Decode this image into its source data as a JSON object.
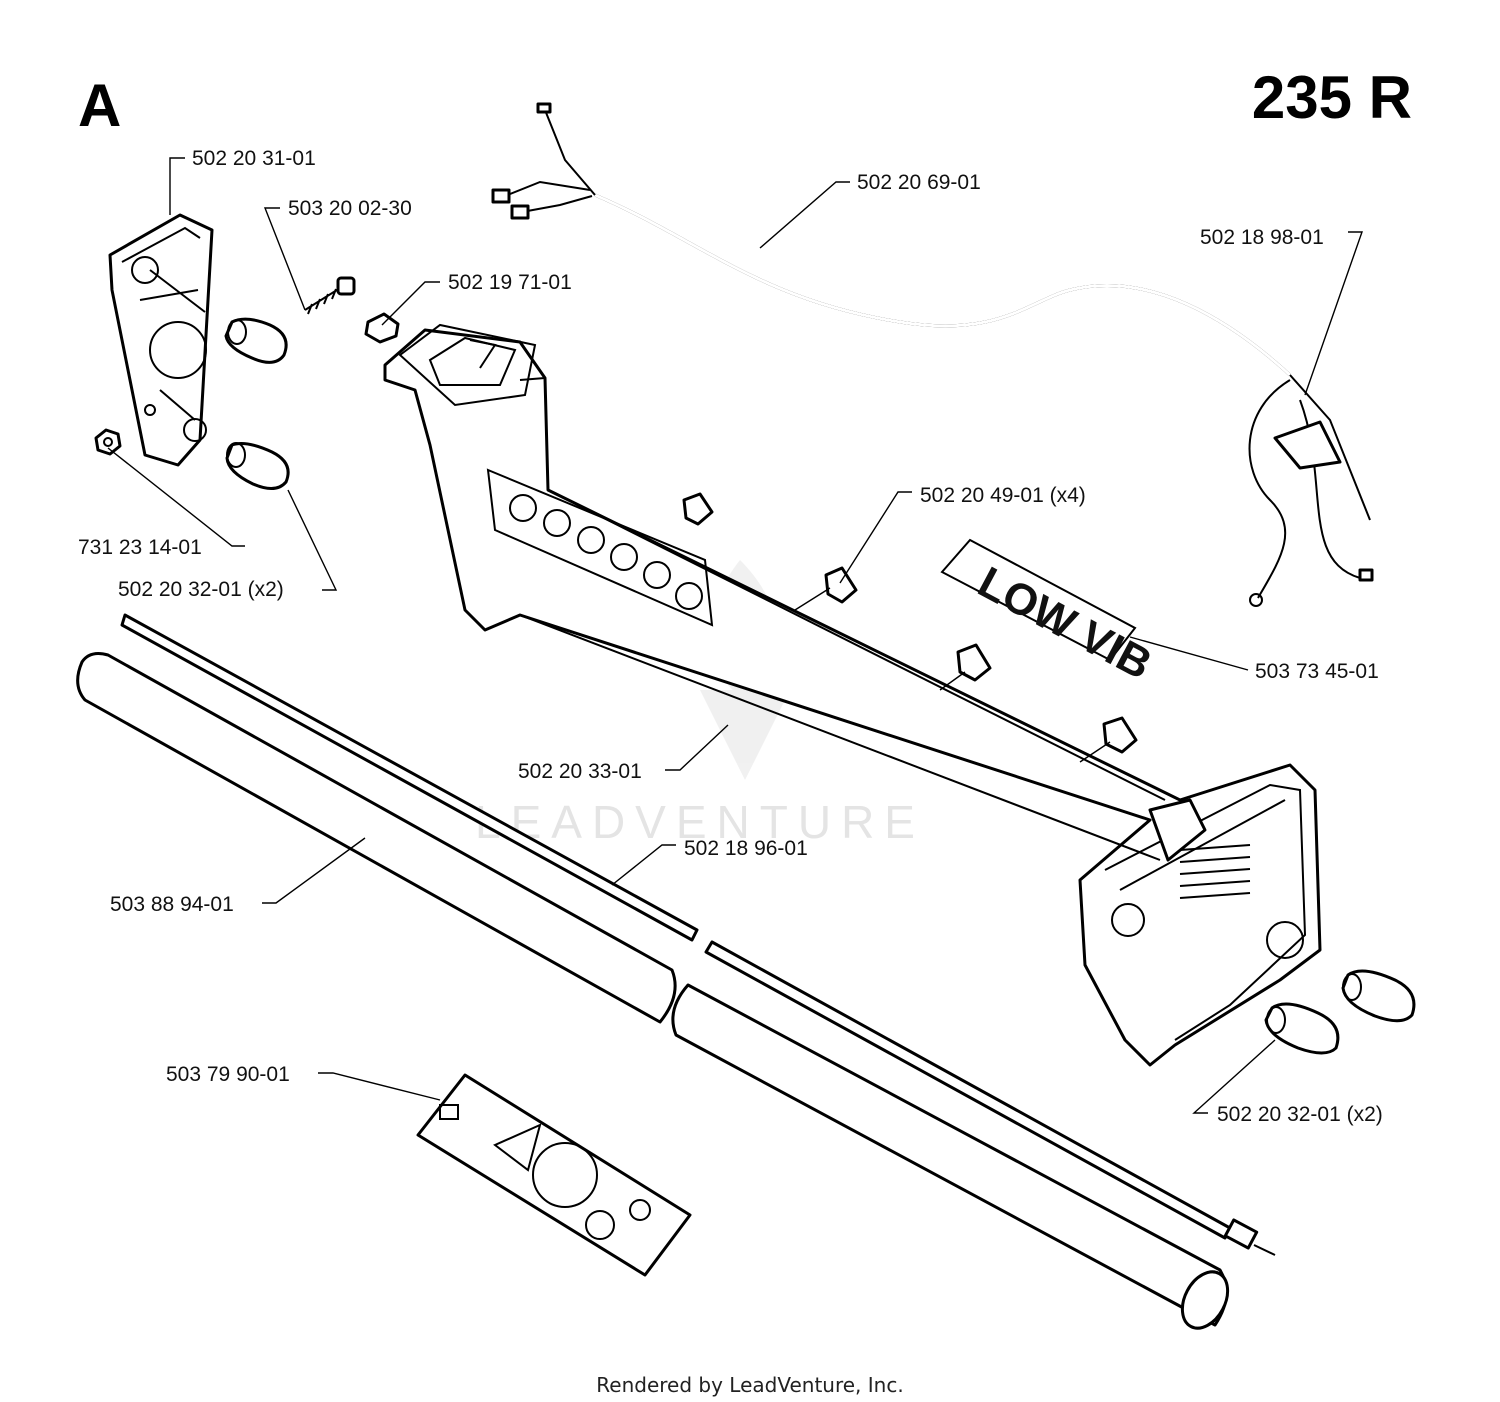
{
  "header": {
    "section": "A",
    "model": "235 R"
  },
  "watermark": "LEADVENTURE",
  "footer": "Rendered by LeadVenture, Inc.",
  "callouts": [
    "502 20 31-01",
    "503 20 02-30",
    "502 19 71-01",
    "502 20 69-01",
    "502 18 98-01",
    "731 23 14-01",
    "502 20 32-01 (x2)",
    "502 20 49-01 (x4)",
    "503 73 45-01",
    "502 20 33-01",
    "502 18 96-01",
    "503 88 94-01",
    "503 79 90-01",
    "502 20 32-01 (x2)"
  ],
  "decal_logo": "LOW VIB"
}
